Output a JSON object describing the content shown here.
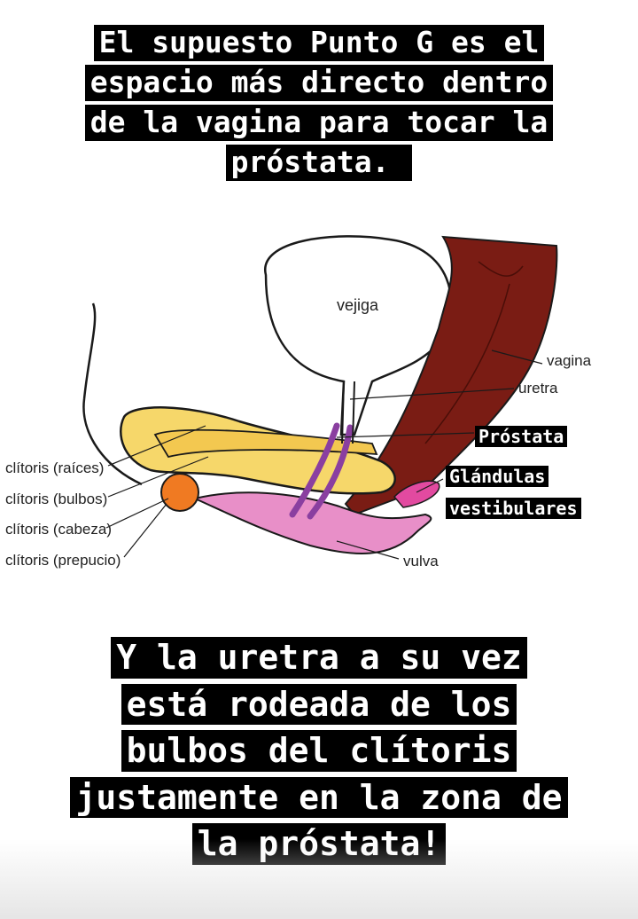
{
  "top_caption": {
    "lines": [
      "El supuesto Punto G es el",
      "espacio más directo dentro",
      "de la vagina para tocar la",
      "próstata. "
    ]
  },
  "diagram": {
    "labels": {
      "vejiga": "vejiga",
      "vagina": "vagina",
      "uretra": "uretra",
      "clitoris_raices": "clítoris (raíces)",
      "clitoris_bulbos": "clítoris (bulbos)",
      "clitoris_cabeza": "clítoris (cabeza)",
      "clitoris_prepucio": "clítoris (prepucio)",
      "vulva": "vulva"
    },
    "overlays": {
      "prostata": "Próstata",
      "glandulas": [
        "Glándulas",
        "vestibulares"
      ]
    },
    "colors": {
      "vagina": "#7a1c14",
      "clitoris": "#f6d76a",
      "glans": "#f07a22",
      "vulva": "#e88fc8",
      "bulbs": "#8a3fa0",
      "outline": "#1a1a1a"
    }
  },
  "bottom_caption": {
    "lines": [
      "Y la uretra a su vez",
      "está rodeada de los",
      "bulbos del clítoris",
      "justamente en la zona de",
      "la próstata!"
    ]
  }
}
